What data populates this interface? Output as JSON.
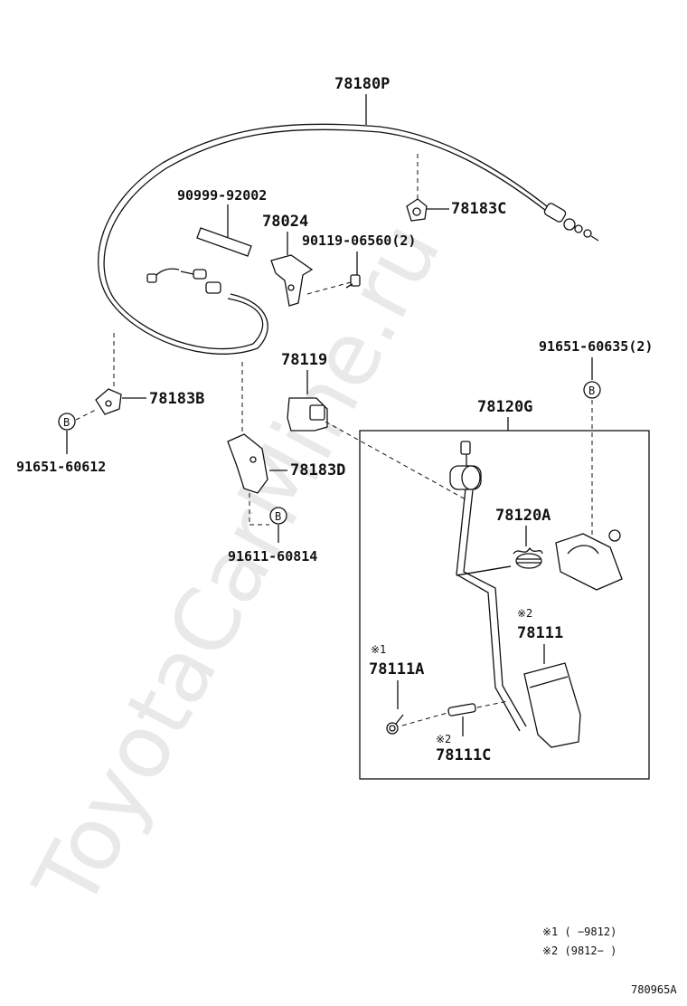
{
  "watermark": "ToyotaCarMine.ru",
  "parts": {
    "p78180P": "78180P",
    "p90999": "90999-92002",
    "p78024": "78024",
    "p78183C": "78183C",
    "p90119": "90119-06560(2)",
    "p78119": "78119",
    "p91651_60635": "91651-60635(2)",
    "p78183B": "78183B",
    "p91651_60612": "91651-60612",
    "p78120G": "78120G",
    "p78183D": "78183D",
    "p91611": "91611-60814",
    "p78120A": "78120A",
    "p78111": "78111",
    "p78111A": "78111A",
    "p78111C": "78111C"
  },
  "marks": {
    "m78111": "※2",
    "m78111A": "※1",
    "m78111C": "※2"
  },
  "bolt_symbol": "B",
  "notes": {
    "n1": "※1 (    −9812)",
    "n2": "※2 (9812−     )"
  },
  "diagram_code": "780965A"
}
